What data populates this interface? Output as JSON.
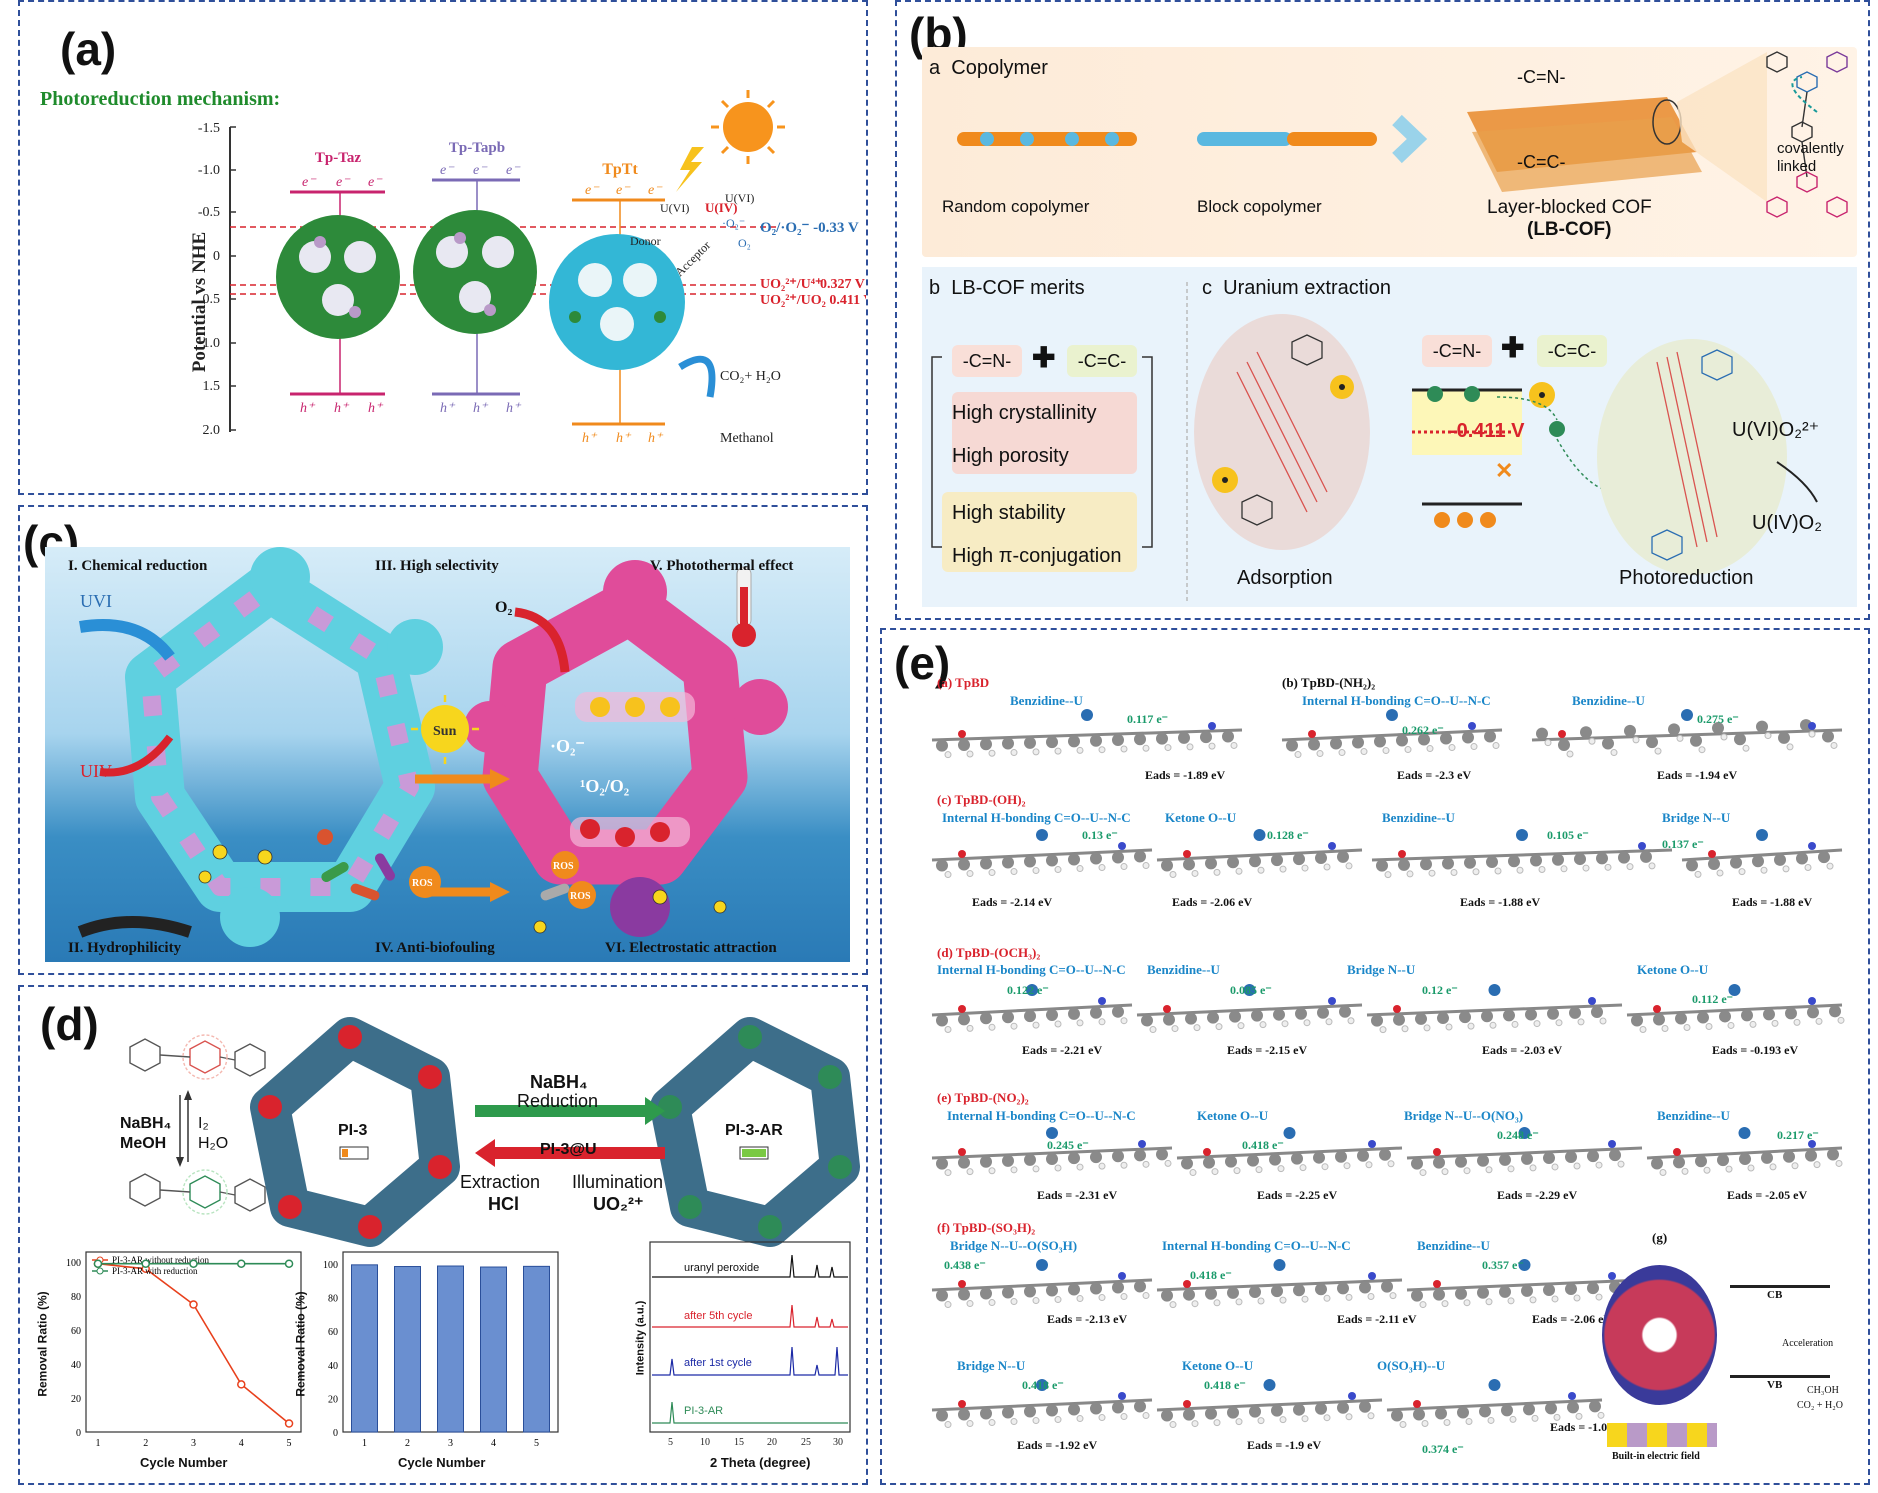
{
  "panel_a": {
    "label": "(a)",
    "title": "Photoreduction mechanism:",
    "ylabel": "Potential vs NHE",
    "yticks": [
      "-1.5",
      "-1.0",
      "-0.5",
      "0",
      "0.5",
      "1.0",
      "1.5",
      "2.0"
    ],
    "cof1": "Tp-Taz",
    "cof2": "Tp-Tapb",
    "cof3": "TpTt",
    "electron": "e⁻",
    "hole": "h⁺",
    "donor": "Donor",
    "acceptor": "Acceptor",
    "o2_label": "O₂/·O₂⁻ -0.33 V",
    "uo2_u4": "UO₂²⁺/U⁴⁺",
    "uo2_u4_val": "0.327 V",
    "uo2_uo2": "UO₂²⁺/UO₂ 0.411 V",
    "u6": "U(VI)",
    "u4": "U(IV)",
    "o2minus": "·O₂⁻",
    "o2": "O₂",
    "co2": "CO₂+ H₂O",
    "methanol": "Methanol"
  },
  "panel_b": {
    "label": "(b)",
    "sub_a": "a",
    "copolymer": "Copolymer",
    "cn": "-C=N-",
    "cc": "-C=C-",
    "random": "Random copolymer",
    "block": "Block copolymer",
    "lbcof": "Layer-blocked COF",
    "lbcof_abbr": "(LB-COF)",
    "covalent": "covalently linked",
    "sub_b": "b",
    "merits": "LB-COF merits",
    "crystallinity": "High crystallinity",
    "porosity": "High porosity",
    "stability": "High stability",
    "conjugation": "High π-conjugation",
    "sub_c": "c",
    "uranium": "Uranium extraction",
    "voltage": "-0.411 V",
    "adsorption": "Adsorption",
    "photoreduction": "Photoreduction",
    "u6o2": "U(VI)O₂²⁺",
    "u4o2": "U(IV)O₂"
  },
  "panel_c": {
    "label": "(c)",
    "t1": "I. Chemical reduction",
    "t2": "II. Hydrophilicity",
    "t3": "III. High selectivity",
    "t4": "IV. Anti-biofouling",
    "t5": "V. Photothermal effect",
    "t6": "VI. Electrostatic attraction",
    "uvi": "UVI",
    "uiv": "UIV",
    "sun": "Sun",
    "o2": "O₂",
    "o2minus": "·O₂⁻",
    "singlet": "¹O₂/O₂",
    "ros": "ROS"
  },
  "panel_d": {
    "label": "(d)",
    "nabh4": "NaBH₄",
    "meoh": "MeOH",
    "i2": "I₂",
    "h2o": "H₂O",
    "pi3": "PI-3",
    "pi3ar": "PI-3-AR",
    "pi3u": "PI-3@U",
    "reduction_top": "NaBH₄",
    "reduction": "Reduction",
    "extraction": "Extraction",
    "hcl": "HCl",
    "illumination": "Illumination",
    "uo2": "UO₂²⁺",
    "xrd_labels": [
      "uranyl peroxide",
      "after 5th cycle",
      "after 1st cycle",
      "PI-3-AR"
    ],
    "xrd_xlabel": "2 Theta (degree)",
    "xrd_ylabel": "Intensity (a.u.)",
    "xrd_xticks": [
      "5",
      "10",
      "15",
      "20",
      "25",
      "30"
    ]
  },
  "panel_e": {
    "label": "(e)",
    "ha": "(a) TpBD",
    "hb": "(b) TpBD-(NH₂)₂",
    "hc": "(c) TpBD-(OH)₂",
    "hd": "(d) TpBD-(OCH₃)₂",
    "he": "(e) TpBD-(NO₂)₂",
    "hf": "(f) TpBD-(SO₃H)₂",
    "hg": "(g)",
    "benz": "Benzidine--U",
    "ihb": "Internal H-bonding C=O--U--N-C",
    "ketone": "Ketone O--U",
    "bridge": "Bridge N--U",
    "bridge_no3": "Bridge N--U--O(NO₃)",
    "bridge_so3h": "Bridge N--U--O(SO₃H)",
    "oso3h": "O(SO₃H)--U",
    "ea": "Eads = -1.89 eV",
    "eb1": "Eads = -2.3 eV",
    "eb2": "Eads = -1.94 eV",
    "ec1": "Eads = -2.14 eV",
    "ec2": "Eads = -2.06 eV",
    "ec3": "Eads = -1.88 eV",
    "ec4": "Eads = -1.88 eV",
    "ed1": "Eads = -2.21 eV",
    "ed2": "Eads = -2.15 eV",
    "ed3": "Eads = -2.03 eV",
    "ed4": "Eads = -0.193 eV",
    "ee1": "Eads = -2.31 eV",
    "ee2": "Eads = -2.25 eV",
    "ee3": "Eads = -2.29 eV",
    "ee4": "Eads = -2.05 eV",
    "ef1": "Eads = -2.13 eV",
    "ef2": "Eads = -2.11 eV",
    "ef3": "Eads = -2.06 eV",
    "ef4": "Eads = -1.92 eV",
    "ef5": "Eads = -1.9 eV",
    "ef6": "Eads = -1.05 eV",
    "q_a": "0.117 e⁻",
    "q_b1": "0.262 e⁻",
    "q_b2": "0.275 e⁻",
    "q_c1": "0.13 e⁻",
    "q_c2": "0.128 e⁻",
    "q_c3": "0.105 e⁻",
    "q_c4": "0.137 e⁻",
    "q_d1": "0.122 e⁻",
    "q_d2": "0.085 e⁻",
    "q_d3": "0.12 e⁻",
    "q_d4": "0.112 e⁻",
    "q_e1": "0.245 e⁻",
    "q_e2": "0.418 e⁻",
    "q_e3": "0.248 e⁻",
    "q_e4": "0.217 e⁻",
    "q_f1": "0.438 e⁻",
    "q_f2": "0.418 e⁻",
    "q_f3": "0.357 e⁻",
    "q_f4": "0.418 e⁻",
    "q_f5": "0.418 e⁻",
    "q_f6": "0.374 e⁻",
    "built_in": "Built-in electric field",
    "cb": "CB",
    "vb": "VB",
    "accel": "Acceleration",
    "ch3oh": "CH₃OH",
    "co2h2o": "CO₂ + H₂O"
  },
  "chart_data": [
    {
      "type": "line",
      "xlabel": "Cycle Number",
      "ylabel": "Removal Ratio (%)",
      "x": [
        1,
        2,
        3,
        4,
        5
      ],
      "ylim": [
        0,
        100
      ],
      "xticks": [
        "1",
        "2",
        "3",
        "4",
        "5"
      ],
      "yticks": [
        "0",
        "20",
        "40",
        "60",
        "80",
        "100"
      ],
      "series": [
        {
          "name": "PI-3-AR without reduction",
          "color": "#e8401c",
          "values": [
            99,
            96,
            75,
            28,
            5
          ]
        },
        {
          "name": "PI-3-AR with reduction",
          "color": "#2e8b57",
          "values": [
            99,
            99,
            99,
            99,
            99
          ]
        }
      ]
    },
    {
      "type": "bar",
      "xlabel": "Cycle Number",
      "ylabel": "Removal Ratio (%)",
      "categories": [
        "1",
        "2",
        "3",
        "4",
        "5"
      ],
      "values": [
        99.5,
        98.5,
        98.8,
        98.2,
        98.6
      ],
      "ylim": [
        0,
        100
      ],
      "yticks": [
        "0",
        "20",
        "40",
        "60",
        "80",
        "100"
      ]
    }
  ]
}
